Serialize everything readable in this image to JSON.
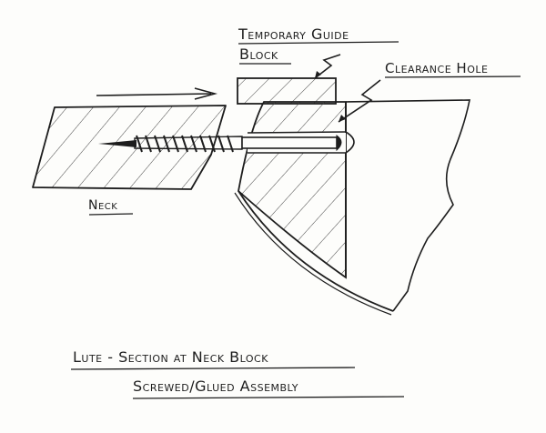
{
  "labels": {
    "guide_line1": "Temporary Guide",
    "guide_line2": "Block",
    "clearance": "Clearance Hole",
    "neck": "Neck",
    "title": "Lute - Section at Neck Block",
    "subtitle": "Screwed/Glued Assembly"
  },
  "colors": {
    "ink": "#1d1d1d",
    "paper": "#fdfdfb"
  }
}
